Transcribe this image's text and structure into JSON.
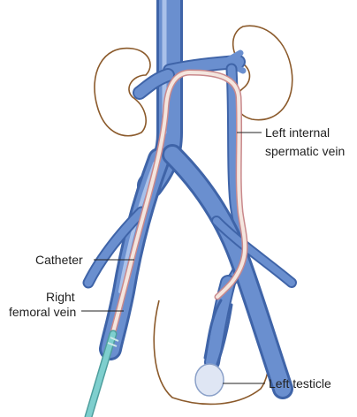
{
  "labels": {
    "left_internal_spermatic_vein": [
      "Left internal",
      "spermatic vein"
    ],
    "catheter": "Catheter",
    "right_femoral_vein": [
      "Right",
      "femoral vein"
    ],
    "left_testicle": "Left testicle"
  },
  "colors": {
    "vein": "#6a8fcf",
    "vein_dark": "#3f64a8",
    "vein_light": "#a9c1ea",
    "organ_outline": "#8b5a2b",
    "catheter": "#f4e6df",
    "catheter_stripe": "#c9898c",
    "sheath": "#7ecfce",
    "label_line": "#222222"
  }
}
